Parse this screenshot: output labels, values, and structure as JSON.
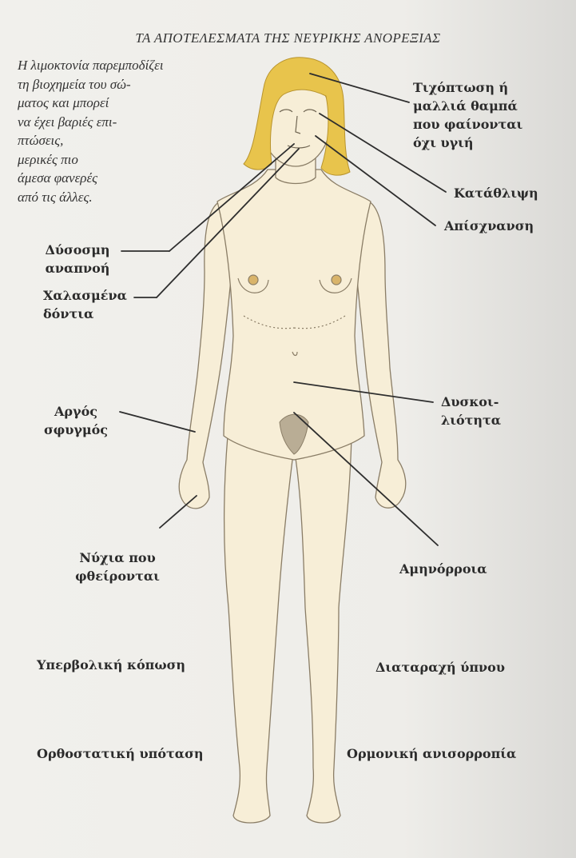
{
  "title": "ΤΑ ΑΠΟΤΕΛΕΣΜΑΤΑ ΤΗΣ ΝΕΥΡΙΚΗΣ ΑΝΟΡΕΞΙΑΣ",
  "intro_lines": [
    "Η λιμοκτονία παρεμποδίζει",
    "τη βιοχημεία του σώ-",
    "ματος και μπορεί",
    "να έχει βαριές επι-",
    "πτώσεις,",
    "μερικές πιο",
    "άμεσα φανερές",
    "από τις άλλες."
  ],
  "labels": {
    "hair": [
      "Τιχόπτωση ή",
      "μαλλιά θαμπά",
      "που φαίνονται",
      "όχι υγιή"
    ],
    "depression": [
      "Κατάθλιψη"
    ],
    "emaciation": [
      "Απίσχνανση"
    ],
    "bad_breath": [
      "Δύσοσμη",
      "αναπνοή"
    ],
    "teeth": [
      "Χαλασμένα",
      "δόντια"
    ],
    "slow_pulse": [
      "Αργός",
      "σφυγμός"
    ],
    "constipation": [
      "Δυσκοι-",
      "λιότητα"
    ],
    "nails": [
      "Νύχια που",
      "φθείρονται"
    ],
    "amenorrhea": [
      "Αμηνόρροια"
    ],
    "fatigue": [
      "Υπερβολική κόπωση"
    ],
    "sleep": [
      "Διαταραχή ύπνου"
    ],
    "hypotension": [
      "Ορθοστατική υπόταση"
    ],
    "hormonal": [
      "Ορμονική ανισορροπία"
    ]
  },
  "colors": {
    "skin": "#f7eed7",
    "skin_outline": "#8a7d66",
    "hair": "#e8c44c",
    "leader_lines": "#2e2e2e",
    "background": "#ecebe8"
  }
}
